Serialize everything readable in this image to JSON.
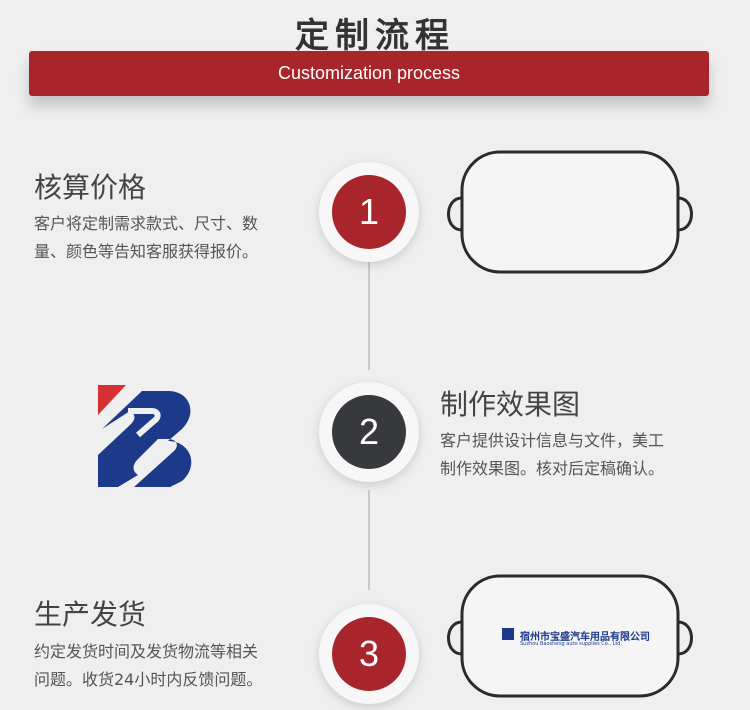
{
  "header": {
    "title": "定制流程",
    "banner": "Customization process"
  },
  "steps": [
    {
      "number": "1",
      "title": "核算价格",
      "desc_line1": "客户将定制需求款式、尺寸、数",
      "desc_line2": "量、颜色等告知客服获得报价。"
    },
    {
      "number": "2",
      "title": "制作效果图",
      "desc_line1": "客户提供设计信息与文件，美工",
      "desc_line2": "制作效果图。核对后定稿确认。"
    },
    {
      "number": "3",
      "title": "生产发货",
      "desc_line1": "约定发货时间及发货物流等相关",
      "desc_line2": "问题。收货24小时内反馈问题。"
    }
  ],
  "product": {
    "brand_cn": "宿州市宝盛汽车用品有限公司",
    "brand_en": "Suzhou Baosheng auto supplies Co., Ltd."
  },
  "colors": {
    "accent": "#a8262b",
    "dark": "#37393c",
    "logo_blue": "#1d3a8a"
  }
}
